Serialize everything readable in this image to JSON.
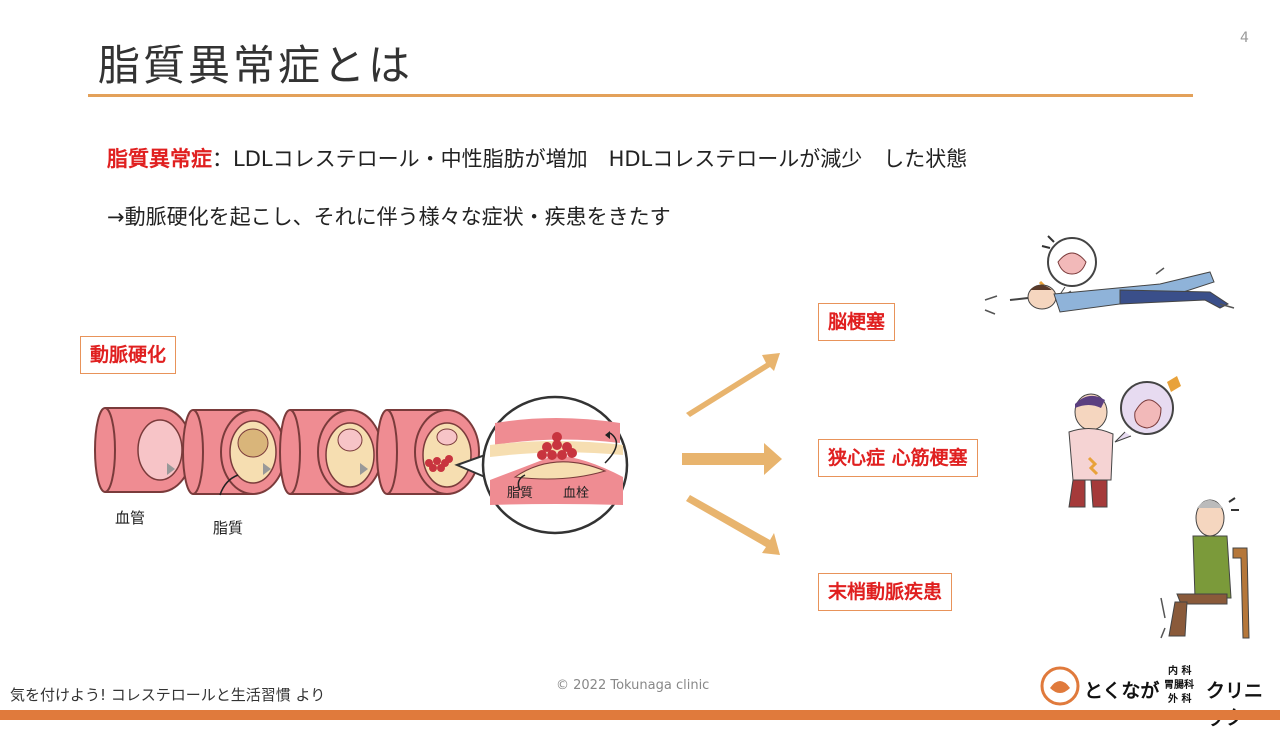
{
  "slide": {
    "title": "脂質異常症とは",
    "page_number": "4"
  },
  "definition": {
    "term": "脂質異常症",
    "separator": "：",
    "body": "LDLコレステロール・中性脂肪が増加　HDLコレステロールが減少　した状態"
  },
  "consequence": "→動脈硬化を起こし、それに伴う様々な症状・疾患をきたす",
  "labels": {
    "atherosclerosis": "動脈硬化",
    "stroke": "脳梗塞",
    "angina": "狭心症 心筋梗塞",
    "pad": "末梢動脈疾患"
  },
  "diagram": {
    "vessel_label": "血管",
    "lipid_label": "脂質",
    "zoom_lipid_label": "脂質",
    "zoom_thrombus_label": "血栓"
  },
  "footer": {
    "source": "気を付けよう! コレステロールと生活習慣 より",
    "copyright": "© 2022 Tokunaga clinic"
  },
  "logo": {
    "name": "とくなが",
    "dept_top": "内 科",
    "dept_mid": "胃腸科",
    "dept_bottom": "外 科",
    "suffix": "クリニック"
  },
  "colors": {
    "accent": "#e3a15a",
    "term_red": "#e02020",
    "box_border": "#e8935a",
    "arrow": "#e8b46e",
    "vessel": "#f08f95",
    "bottom_bar": "#e07a3c"
  }
}
